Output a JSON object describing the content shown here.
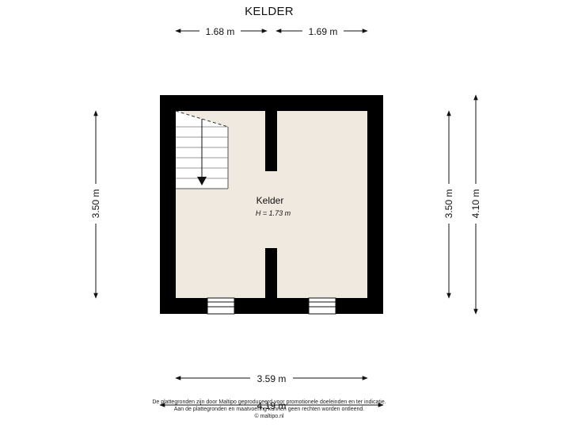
{
  "title": "KELDER",
  "room": {
    "name": "Kelder",
    "height_label": "H = 1.73 m"
  },
  "dimensions": {
    "top_left": "1.68 m",
    "top_right": "1.69 m",
    "left_side": "3.50 m",
    "right_inner": "3.50 m",
    "right_outer": "4.10 m",
    "bottom_inner": "3.59 m",
    "bottom_outer": "4.19 m"
  },
  "disclaimer": {
    "line1": "De plattegronden zijn door Maltipo geproduceerd voor promotionele doeleinden en ter indicatie.",
    "line2": "Aan de plattegronden en maatvoering kunnen geen rechten worden ontleend.",
    "line3": "© maltipo.nl"
  },
  "colors": {
    "wall": "#000000",
    "floor": "#efe9df",
    "line": "#111111"
  }
}
